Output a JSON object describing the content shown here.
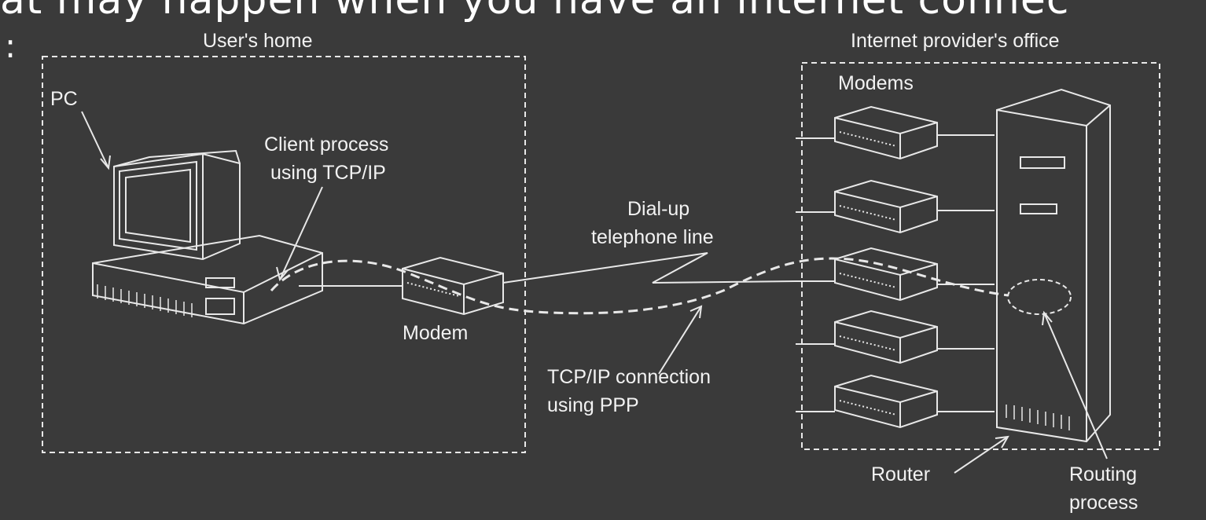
{
  "header": {
    "cutoff_text": "at may happen when you have an internet connec",
    "colon": ":"
  },
  "diagram": {
    "left_box_title": "User's home",
    "right_box_title": "Internet provider's office",
    "labels": {
      "pc": "PC",
      "client_line1": "Client process",
      "client_line2": "using TCP/IP",
      "dialup_line1": "Dial-up",
      "dialup_line2": "telephone line",
      "modem": "Modem",
      "modems": "Modems",
      "tcpip_line1": "TCP/IP connection",
      "tcpip_line2": "using PPP",
      "router": "Router",
      "routing_line1": "Routing",
      "routing_line2": "process"
    }
  }
}
